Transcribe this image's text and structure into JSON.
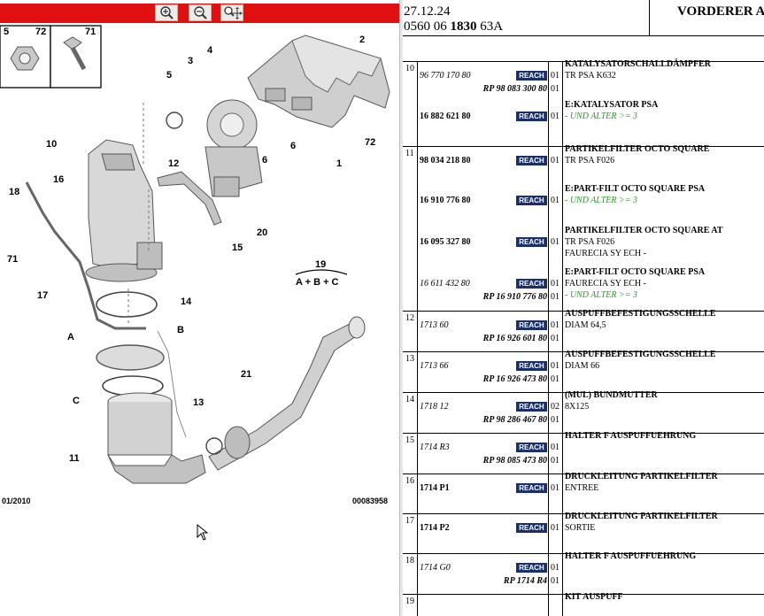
{
  "diagram": {
    "callouts": [
      "1",
      "2",
      "4",
      "5",
      "3",
      "6",
      "6",
      "72",
      "10",
      "12",
      "16",
      "18",
      "15",
      "20",
      "71",
      "17",
      "14",
      "19",
      "A + B + C",
      "A",
      "B",
      "C",
      "21",
      "13",
      "11"
    ],
    "inset_labels": [
      "5",
      "72",
      "71"
    ],
    "footer_left": "01/2010",
    "footer_right": "00083958"
  },
  "header": {
    "date": "27.12.24",
    "code_a": "0560 06 ",
    "code_b": "1830",
    "code_c": " 63A",
    "title": "VORDERER A"
  },
  "reach_label": "REACH",
  "rows": [
    {
      "num": "10",
      "entries": [
        {
          "pn": "96 770 170 80",
          "style": "it",
          "reach": true,
          "qty": "01",
          "desc": [
            "KATALYSATORSCHALLDÄMPFER",
            "TR PSA K632"
          ],
          "rp": "RP 98 083 300 80",
          "rpqty": "01"
        },
        {
          "pn": "16 882 621 80",
          "style": "b",
          "reach": true,
          "qty": "01",
          "desc": [
            "E:KATALYSATOR PSA",
            "- UND ALTER >= 3"
          ]
        }
      ]
    },
    {
      "num": "11",
      "entries": [
        {
          "pn": "98 034 218 80",
          "style": "b",
          "reach": true,
          "qty": "01",
          "desc": [
            "PARTIKELFILTER OCTO SQUARE",
            "TR PSA F026"
          ]
        },
        {
          "pn": "16 910 776 80",
          "style": "b",
          "reach": true,
          "qty": "01",
          "desc": [
            "E:PART-FILT OCTO SQUARE PSA",
            "- UND ALTER >= 3"
          ]
        },
        {
          "pn": "16 095 327 80",
          "style": "b",
          "reach": true,
          "qty": "01",
          "desc": [
            "PARTIKELFILTER OCTO SQUARE AT",
            "TR PSA F026",
            "FAURECIA SY ECH -"
          ]
        },
        {
          "pn": "16 611 432 80",
          "style": "it",
          "reach": true,
          "qty": "01",
          "desc": [
            "E:PART-FILT OCTO SQUARE PSA",
            "FAURECIA SY ECH -",
            "- UND ALTER >= 3"
          ],
          "rp": "RP 16 910 776 80",
          "rpqty": "01"
        }
      ]
    },
    {
      "num": "12",
      "entries": [
        {
          "pn": "1713 60",
          "style": "it",
          "reach": true,
          "qty": "01",
          "desc": [
            "AUSPUFFBEFESTIGUNGSSCHELLE",
            "DIAM 64,5"
          ],
          "rp": "RP 16 926 601 80",
          "rpqty": "01"
        }
      ]
    },
    {
      "num": "13",
      "entries": [
        {
          "pn": "1713 66",
          "style": "it",
          "reach": true,
          "qty": "01",
          "desc": [
            "AUSPUFFBEFESTIGUNGSSCHELLE",
            "DIAM 66"
          ],
          "rp": "RP 16 926 473 80",
          "rpqty": "01"
        }
      ]
    },
    {
      "num": "14",
      "entries": [
        {
          "pn": "1718 12",
          "style": "it",
          "reach": true,
          "qty": "02",
          "desc": [
            "(MUL) BUNDMUTTER",
            "8X125"
          ],
          "rp": "RP 98 286 467 80",
          "rpqty": "01"
        }
      ]
    },
    {
      "num": "15",
      "entries": [
        {
          "pn": "1714 R3",
          "style": "it",
          "reach": true,
          "qty": "01",
          "desc": [
            "HALTER F AUSPUFFUEHRUNG"
          ],
          "rp": "RP 98 085 473 80",
          "rpqty": "01"
        }
      ]
    },
    {
      "num": "16",
      "entries": [
        {
          "pn": "1714 P1",
          "style": "b",
          "reach": true,
          "qty": "01",
          "desc": [
            "DRUCKLEITUNG PARTIKELFILTER",
            "ENTREE"
          ]
        }
      ]
    },
    {
      "num": "17",
      "entries": [
        {
          "pn": "1714 P2",
          "style": "b",
          "reach": true,
          "qty": "01",
          "desc": [
            "DRUCKLEITUNG PARTIKELFILTER",
            "SORTIE"
          ]
        }
      ]
    },
    {
      "num": "18",
      "entries": [
        {
          "pn": "1714 G0",
          "style": "it",
          "reach": true,
          "qty": "01",
          "desc": [
            "HALTER F AUSPUFFUEHRUNG"
          ],
          "rp": "RP 1714 R4",
          "rpqty": "01"
        }
      ]
    },
    {
      "num": "19",
      "entries": [
        {
          "pn": "",
          "style": "b",
          "reach": false,
          "qty": "",
          "desc": [
            "KIT AUSPUFF"
          ]
        }
      ]
    }
  ]
}
